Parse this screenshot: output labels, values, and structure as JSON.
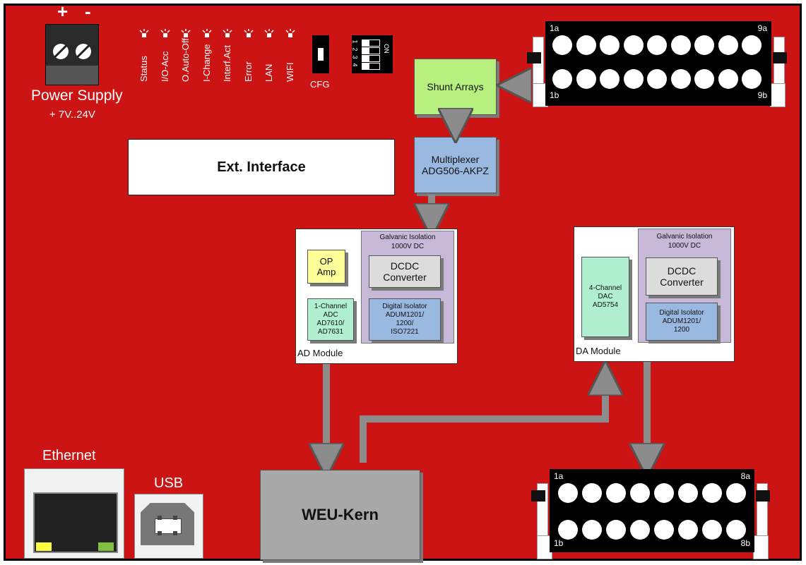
{
  "power": {
    "plus": "+",
    "minus": "-",
    "title": "Power Supply",
    "voltage": "+ 7V..24V"
  },
  "leds": [
    "Status",
    "I/O-Acc",
    "O.Auto-Off",
    "I-Change",
    "Interf.Act",
    "Error",
    "LAN",
    "WIFI"
  ],
  "cfg": {
    "label": "CFG"
  },
  "dip": {
    "numbers": [
      "1",
      "2",
      "3",
      "4"
    ],
    "on": "ON"
  },
  "connector_top": {
    "tl": "1a",
    "tr": "9a",
    "bl": "1b",
    "br": "9b"
  },
  "connector_bottom": {
    "tl": "1a",
    "tr": "8a",
    "bl": "1b",
    "br": "8b"
  },
  "shunt": "Shunt Arrays",
  "mux": {
    "line1": "Multiplexer",
    "line2": "ADG506-AKPZ"
  },
  "ext_interface": "Ext. Interface",
  "ad_module": {
    "label": "AD Module",
    "iso_title1": "Galvanic Isolation",
    "iso_title2": "1000V DC",
    "opamp": [
      "OP",
      "Amp"
    ],
    "adc": [
      "1-Channel",
      "ADC",
      "AD7610/",
      "AD7631"
    ],
    "dcdc": [
      "DCDC",
      "Converter"
    ],
    "isolator": [
      "Digital Isolator",
      "ADUM1201/",
      "1200/",
      "ISO7221"
    ]
  },
  "da_module": {
    "label": "DA Module",
    "iso_title1": "Galvanic Isolation",
    "iso_title2": "1000V DC",
    "dac": [
      "4-Channel",
      "DAC",
      "AD5754"
    ],
    "dcdc": [
      "DCDC",
      "Converter"
    ],
    "isolator": [
      "Digital Isolator",
      "ADUM1201/",
      "1200"
    ]
  },
  "core": "WEU-Kern",
  "ethernet": "Ethernet",
  "usb": "USB",
  "colors": {
    "board": "#cc1414",
    "shunt": "#b8f080",
    "mux": "#9ab9e0",
    "opamp": "#ffff99",
    "adc": "#b0f0d0",
    "iso": "#c8b8d8",
    "dcdc": "#dcdcdc",
    "arrow": "#8c8c8c",
    "core": "#a8a8a8"
  }
}
